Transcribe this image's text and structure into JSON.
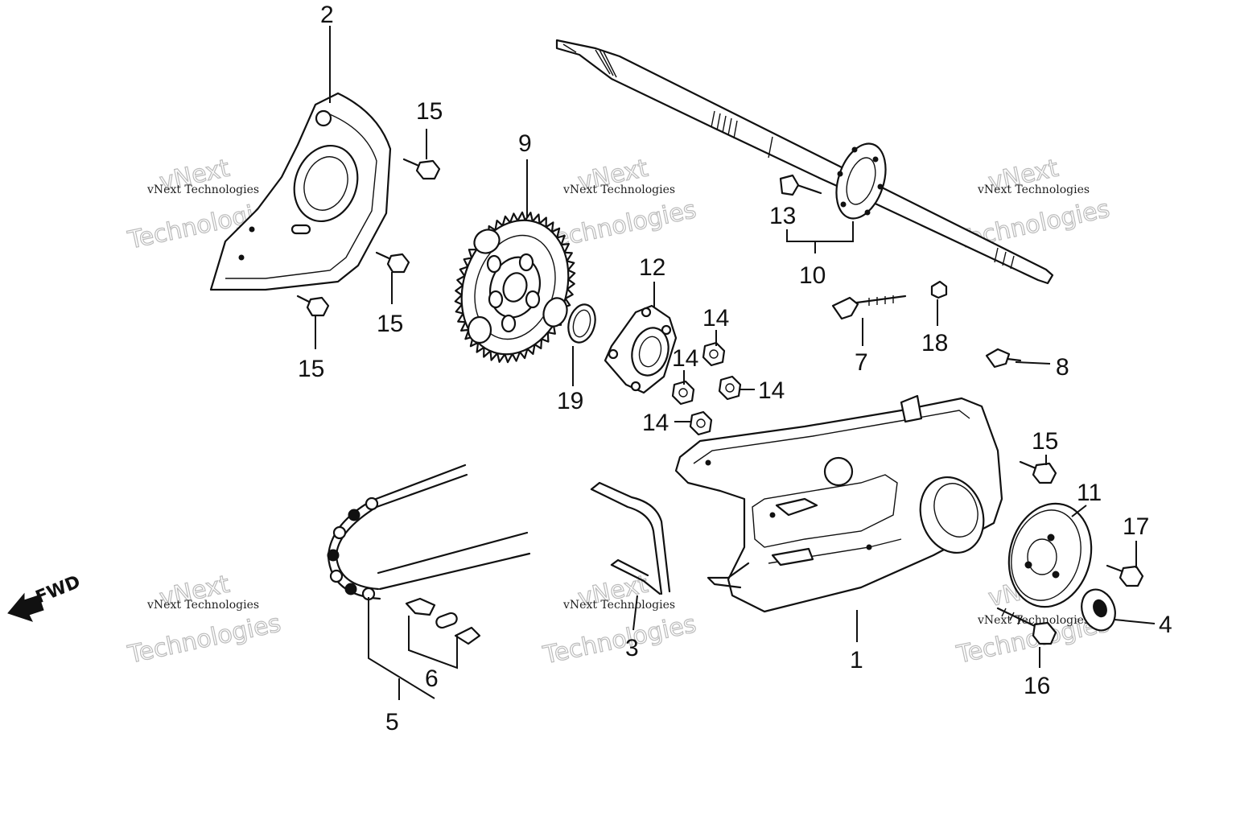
{
  "callouts": {
    "c1": "1",
    "c2": "2",
    "c3": "3",
    "c4": "4",
    "c5": "5",
    "c6": "6",
    "c7": "7",
    "c8": "8",
    "c9": "9",
    "c10": "10",
    "c11": "11",
    "c12": "12",
    "c13": "13",
    "c14": "14",
    "c15": "15",
    "c16": "16",
    "c17": "17",
    "c18": "18",
    "c19": "19"
  },
  "direction_label": "FWD",
  "watermark": {
    "small": "vNext Technologies",
    "big_top": "vNext",
    "big_bottom": "Technologies"
  }
}
